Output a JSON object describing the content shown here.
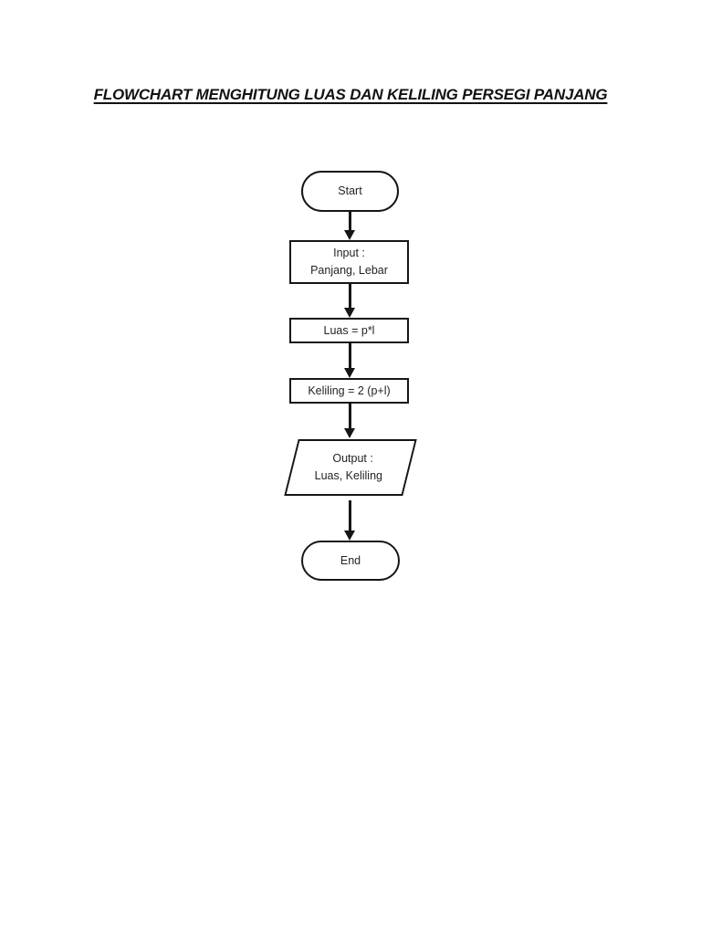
{
  "document": {
    "title": "FLOWCHART MENGHITUNG LUAS DAN KELILING PERSEGI PANJANG",
    "background_color": "#ffffff"
  },
  "flowchart": {
    "stroke_color": "#161616",
    "fill_color": "#ffffff",
    "text_color": "#242424",
    "nodes": [
      {
        "id": "start",
        "type": "terminator",
        "shape": "stadium",
        "label": "Start"
      },
      {
        "id": "input",
        "type": "input",
        "shape": "rectangle",
        "line1": "Input :",
        "line2": "Panjang, Lebar"
      },
      {
        "id": "process-luas",
        "type": "process",
        "shape": "rectangle",
        "label": "Luas = p*l"
      },
      {
        "id": "process-keliling",
        "type": "process",
        "shape": "rectangle",
        "label": "Keliling = 2 (p+l)"
      },
      {
        "id": "output",
        "type": "output",
        "shape": "parallelogram",
        "line1": "Output :",
        "line2": "Luas, Keliling"
      },
      {
        "id": "end",
        "type": "terminator",
        "shape": "stadium",
        "label": "End"
      }
    ],
    "connections": [
      "start->input",
      "input->process-luas",
      "process-luas->process-keliling",
      "process-keliling->output",
      "output->end"
    ]
  }
}
